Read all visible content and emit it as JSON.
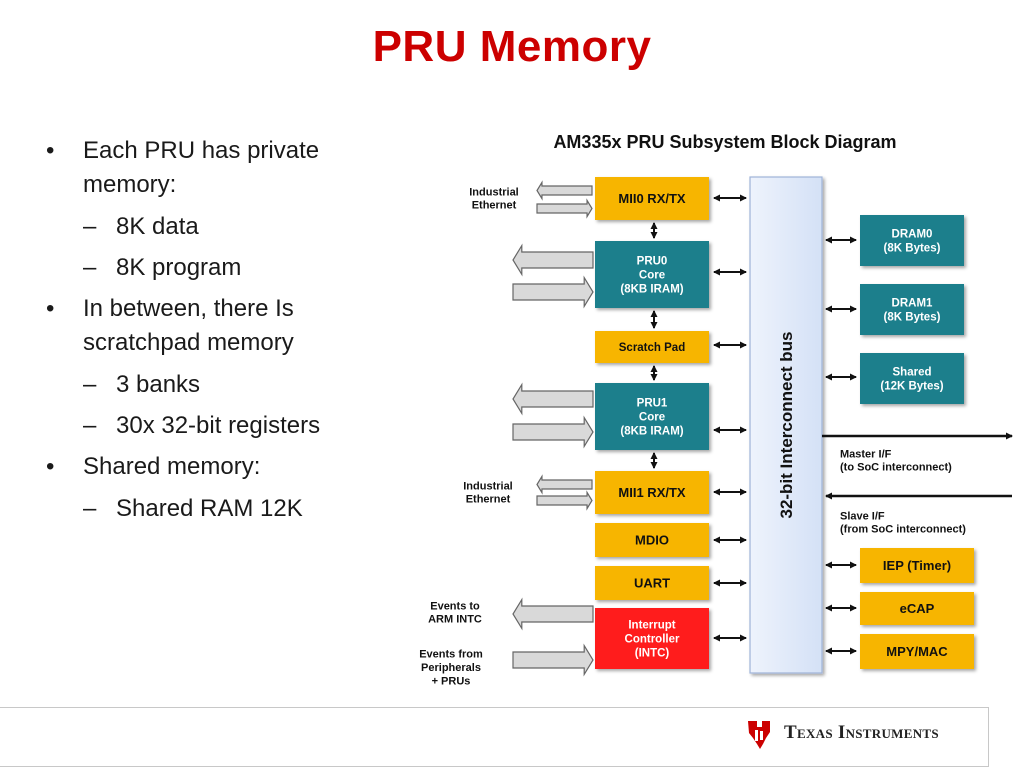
{
  "slide": {
    "title": "PRU Memory",
    "bullets": [
      {
        "level": 1,
        "text": "Each PRU has private memory:"
      },
      {
        "level": 2,
        "text": "8K data"
      },
      {
        "level": 2,
        "text": "8K program"
      },
      {
        "level": 1,
        "text": "In between, there Is scratchpad memory"
      },
      {
        "level": 2,
        "text": "3 banks"
      },
      {
        "level": 2,
        "text": "30x 32-bit registers"
      },
      {
        "level": 1,
        "text": "Shared memory:"
      },
      {
        "level": 2,
        "text": "Shared RAM 12K"
      }
    ],
    "bullet_marks": {
      "level1": "•",
      "level2": "–"
    }
  },
  "diagram": {
    "title": "AM335x PRU Subsystem Block Diagram",
    "bus_label": "32-bit Interconnect bus",
    "blocks": {
      "mii0": [
        "MII0 RX/TX"
      ],
      "pru0": [
        "PRU0",
        "Core",
        "(8KB IRAM)"
      ],
      "scratch": [
        "Scratch Pad"
      ],
      "pru1": [
        "PRU1",
        "Core",
        "(8KB IRAM)"
      ],
      "mii1": [
        "MII1 RX/TX"
      ],
      "mdio": [
        "MDIO"
      ],
      "uart": [
        "UART"
      ],
      "intc": [
        "Interrupt",
        "Controller",
        "(INTC)"
      ],
      "dram0": [
        "DRAM0",
        "(8K Bytes)"
      ],
      "dram1": [
        "DRAM1",
        "(8K Bytes)"
      ],
      "shared": [
        "Shared",
        "(12K Bytes)"
      ],
      "iep": [
        "IEP (Timer)"
      ],
      "ecap": [
        "eCAP"
      ],
      "mpymac": [
        "MPY/MAC"
      ]
    },
    "side_labels": {
      "eth0": [
        "Industrial",
        "Ethernet"
      ],
      "eth1": [
        "Industrial",
        "Ethernet"
      ],
      "events_to": [
        "Events to",
        "ARM INTC"
      ],
      "events_from": [
        "Events from",
        "Peripherals",
        "+ PRUs"
      ],
      "master_if": [
        "Master I/F",
        "(to SoC interconnect)"
      ],
      "slave_if": [
        "Slave I/F",
        "(from SoC interconnect)"
      ]
    },
    "colors": {
      "yellow_block": "#f7b500",
      "teal_block": "#1a7f8c",
      "red_block": "#ff1a1a",
      "bus_fill": "#dde8f8",
      "title_red": "#cc0000"
    }
  },
  "footer": {
    "brand": "Texas Instruments"
  }
}
